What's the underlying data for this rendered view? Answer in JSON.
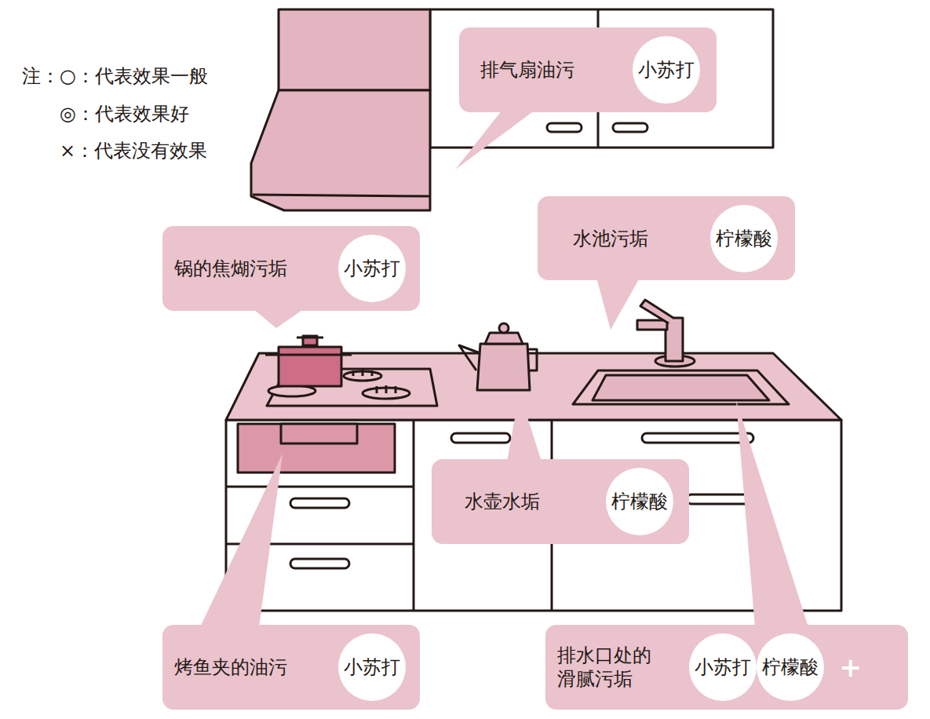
{
  "diagram": {
    "nodes": [
      {
        "text": [
          "排气扇油污"
        ]
      },
      {
        "text": [
          "小苏打"
        ],
        "in": 0
      },
      {
        "text": [
          "锅的焦煳污垢"
        ]
      },
      {
        "text": [
          "小苏打"
        ],
        "in": 2
      },
      {
        "text": [
          "水池污垢"
        ]
      },
      {
        "text": [
          "柠檬酸"
        ],
        "in": 4
      },
      {
        "text": [
          "水壶水垢"
        ]
      },
      {
        "text": [
          "柠檬酸"
        ],
        "in": 6
      },
      {
        "text": [
          "烤鱼夹的油污"
        ]
      },
      {
        "text": [
          "小苏打"
        ],
        "in": 8
      },
      {
        "text": [
          "排水口处的滑腻污垢"
        ]
      },
      {
        "text": [
          "小苏打"
        ],
        "in": 10
      },
      {
        "text": [
          "柠檬酸"
        ],
        "in": 10
      }
    ],
    "labels": [
      "注：",
      "+"
    ],
    "legend": [
      {
        "text": "○：代表效果一般"
      },
      {
        "text": "◎：代表效果好"
      },
      {
        "text": "×：代表没有效果"
      }
    ]
  }
}
